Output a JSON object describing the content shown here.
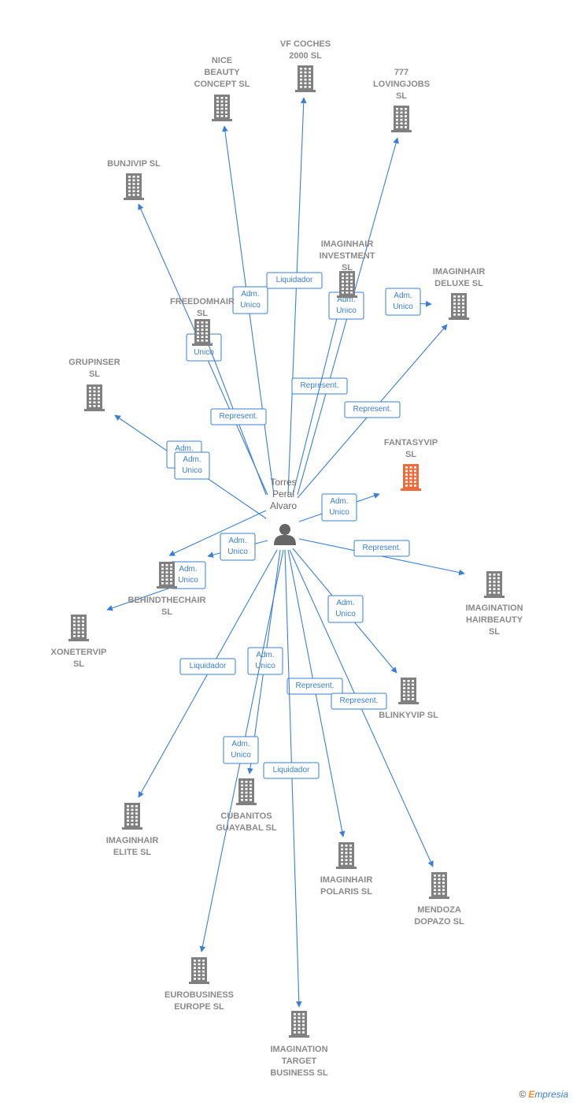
{
  "colors": {
    "node": "#808080",
    "highlight": "#f26a3a",
    "edge": "#3a7fd5",
    "person": "#666666"
  },
  "person": {
    "name_lines": [
      "Torres",
      "Peral",
      "Alvaro"
    ],
    "icon": "person-icon"
  },
  "nodes": [
    {
      "id": "nice",
      "label_lines": [
        "NICE",
        "BEAUTY",
        "CONCEPT  SL"
      ]
    },
    {
      "id": "vf",
      "label_lines": [
        "VF COCHES",
        "2000  SL"
      ]
    },
    {
      "id": "lovingjobs",
      "label_lines": [
        "777",
        "LOVINGJOBS",
        "SL"
      ]
    },
    {
      "id": "bunjivip",
      "label_lines": [
        "BUNJIVIP  SL"
      ]
    },
    {
      "id": "investment",
      "label_lines": [
        "IMAGINHAIR",
        "INVESTMENT",
        "SL"
      ]
    },
    {
      "id": "deluxe",
      "label_lines": [
        "IMAGINHAIR",
        "DELUXE  SL"
      ]
    },
    {
      "id": "freedomhair",
      "label_lines": [
        "FREEDOMHAIR",
        "SL"
      ]
    },
    {
      "id": "grupinser",
      "label_lines": [
        "GRUPINSER",
        "SL"
      ]
    },
    {
      "id": "fantasyvip",
      "label_lines": [
        "FANTASYVIP",
        "SL"
      ],
      "highlight": true
    },
    {
      "id": "behindthechair",
      "label_lines": [
        "BEHINDTHECHAIR",
        "SL"
      ]
    },
    {
      "id": "xonetervip",
      "label_lines": [
        "XONETERVIP",
        "SL"
      ]
    },
    {
      "id": "hairbeauty",
      "label_lines": [
        "IMAGINATION",
        "HAIRBEAUTY",
        "SL"
      ]
    },
    {
      "id": "blinkyvip",
      "label_lines": [
        "BLINKYVIP  SL"
      ]
    },
    {
      "id": "cubanitos",
      "label_lines": [
        "CUBANITOS",
        "GUAYABAL  SL"
      ]
    },
    {
      "id": "elite",
      "label_lines": [
        "IMAGINHAIR",
        "ELITE  SL"
      ]
    },
    {
      "id": "polaris",
      "label_lines": [
        "IMAGINHAIR",
        "POLARIS  SL"
      ]
    },
    {
      "id": "mendoza",
      "label_lines": [
        "MENDOZA",
        "DOPAZO SL"
      ]
    },
    {
      "id": "eurobusiness",
      "label_lines": [
        "EUROBUSINESS",
        "EUROPE SL"
      ]
    },
    {
      "id": "target",
      "label_lines": [
        "IMAGINATION",
        "TARGET",
        "BUSINESS  SL"
      ]
    }
  ],
  "edges": [
    {
      "to": "nice",
      "label_lines": [
        "Adm.",
        "Unico"
      ]
    },
    {
      "to": "vf",
      "label_lines": [
        "Liquidador"
      ]
    },
    {
      "to": "lovingjobs",
      "label_lines": [
        "Represent."
      ]
    },
    {
      "to": "investment",
      "label_lines": [
        "Adm.",
        "Unico"
      ]
    },
    {
      "from": "investment",
      "to": "deluxe",
      "label_lines": [
        "Adm.",
        "Unico"
      ]
    },
    {
      "to": "deluxe",
      "label_lines": [
        "Represent."
      ]
    },
    {
      "to": "bunjivip",
      "label_lines": [
        "Adm.",
        "Unico"
      ]
    },
    {
      "to": "freedomhair",
      "label_lines": [
        "Represent."
      ]
    },
    {
      "to": "grupinser",
      "label_lines": [
        "Adm.",
        "Unico"
      ]
    },
    {
      "to": "behindthechair",
      "label_lines": [
        "Adm.",
        "Unico"
      ]
    },
    {
      "to": "fantasyvip",
      "label_lines": [
        "Adm.",
        "Unico"
      ]
    },
    {
      "to": "xonetervip",
      "label_lines": [
        "Adm.",
        "Unico"
      ]
    },
    {
      "from": "behindthechair",
      "to": "xonetervip",
      "label_lines": [
        "Adm.",
        "Unico"
      ]
    },
    {
      "to": "hairbeauty",
      "label_lines": [
        "Represent."
      ]
    },
    {
      "to": "blinkyvip",
      "label_lines": [
        "Adm.",
        "Unico"
      ]
    },
    {
      "to": "elite",
      "label_lines": [
        "Liquidador"
      ]
    },
    {
      "to": "cubanitos",
      "label_lines": [
        "Adm.",
        "Unico"
      ]
    },
    {
      "to": "polaris",
      "label_lines": [
        "Represent."
      ]
    },
    {
      "to": "mendoza",
      "label_lines": [
        "Represent."
      ]
    },
    {
      "to": "eurobusiness",
      "label_lines": [
        "Adm.",
        "Unico"
      ]
    },
    {
      "to": "target",
      "label_lines": [
        "Liquidador"
      ]
    }
  ],
  "brand": {
    "copyright": "©",
    "initial": "E",
    "rest": "mpresia"
  }
}
